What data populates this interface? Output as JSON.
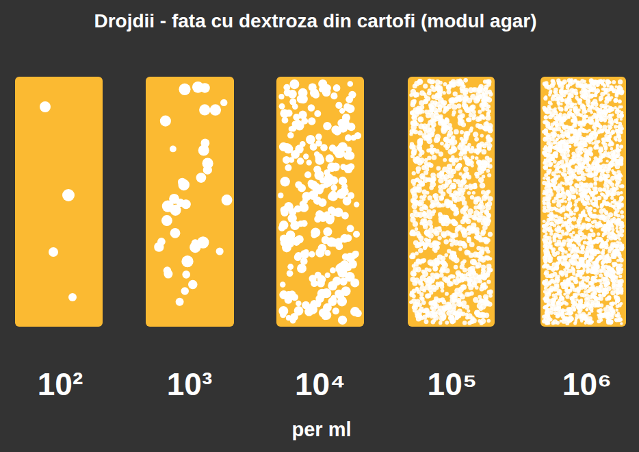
{
  "diagram": {
    "title": "Drojdii - fata cu dextroza din cartofi (modul agar)",
    "labels": [
      "10²",
      "10³",
      "10⁴",
      "10⁵",
      "10⁶",
      "per ml"
    ]
  }
}
